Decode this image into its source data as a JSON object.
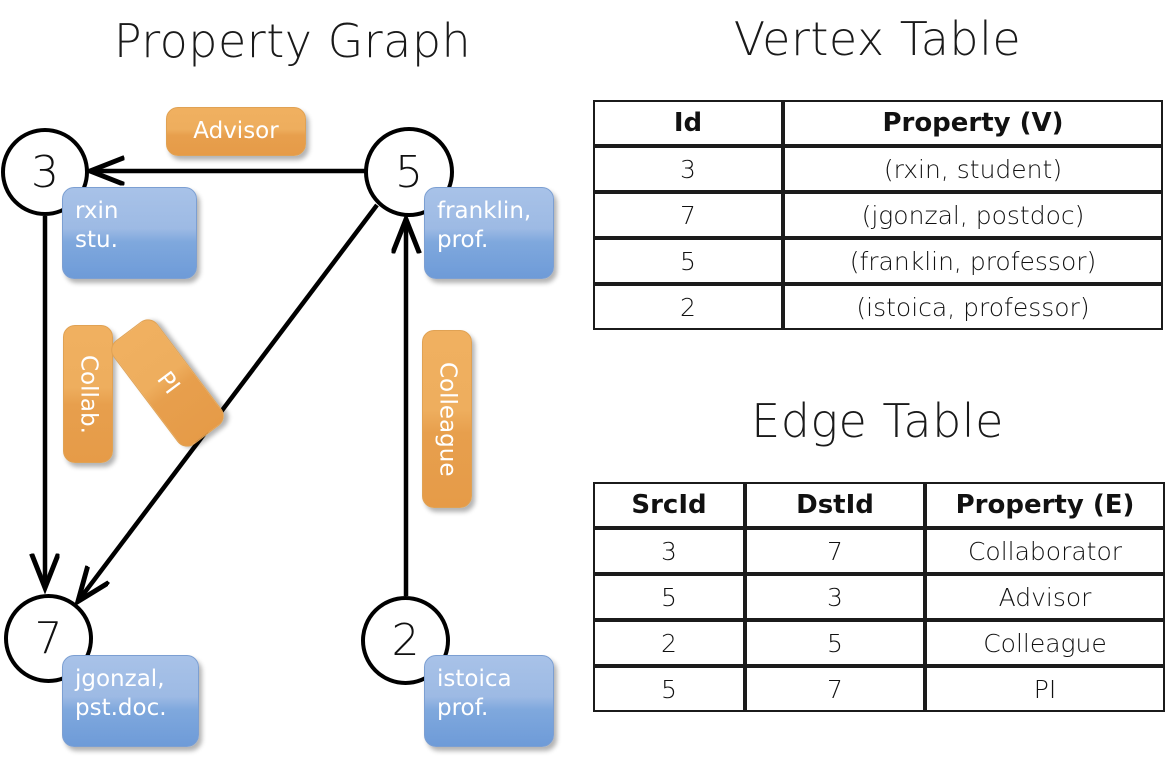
{
  "graph": {
    "title": "Property Graph",
    "nodes": [
      {
        "id": "3",
        "property": "rxin\nstu."
      },
      {
        "id": "5",
        "property": "franklin,\nprof."
      },
      {
        "id": "7",
        "property": "jgonzal,\npst.doc."
      },
      {
        "id": "2",
        "property": "istoica\nprof."
      }
    ],
    "node_labels": {
      "n3": "3",
      "n5": "5",
      "n7": "7",
      "n2": "2"
    },
    "vertex_props": {
      "rxin_line1": "rxin",
      "rxin_line2": "stu.",
      "franklin_line1": "franklin,",
      "franklin_line2": "prof.",
      "jgonzal_line1": "jgonzal,",
      "jgonzal_line2": "pst.doc.",
      "istoica_line1": "istoica",
      "istoica_line2": "prof."
    },
    "edge_labels": {
      "advisor": "Advisor",
      "collab": "Collab.",
      "pi": "PI",
      "colleague": "Colleague"
    },
    "edges": [
      {
        "from": "5",
        "to": "3",
        "label": "Advisor"
      },
      {
        "from": "3",
        "to": "7",
        "label": "Collab."
      },
      {
        "from": "5",
        "to": "7",
        "label": "PI"
      },
      {
        "from": "2",
        "to": "5",
        "label": "Colleague"
      }
    ]
  },
  "vertex_table": {
    "title": "Vertex Table",
    "headers": [
      "Id",
      "Property (V)"
    ],
    "rows": [
      {
        "id": "3",
        "property": "(rxin, student)"
      },
      {
        "id": "7",
        "property": "(jgonzal, postdoc)"
      },
      {
        "id": "5",
        "property": "(franklin, professor)"
      },
      {
        "id": "2",
        "property": "(istoica, professor)"
      }
    ]
  },
  "edge_table": {
    "title": "Edge Table",
    "headers": [
      "SrcId",
      "DstId",
      "Property (E)"
    ],
    "rows": [
      {
        "src": "3",
        "dst": "7",
        "property": "Collaborator"
      },
      {
        "src": "5",
        "dst": "3",
        "property": "Advisor"
      },
      {
        "src": "2",
        "dst": "5",
        "property": "Colleague"
      },
      {
        "src": "5",
        "dst": "7",
        "property": "PI"
      }
    ]
  },
  "colors": {
    "vertex_property_fill": "#d9e2f3",
    "edge_property_fill": "#f8ddc2",
    "node_box_blue": "#8cb0e0",
    "edge_box_orange": "#eaa44f",
    "stroke": "#000000"
  }
}
